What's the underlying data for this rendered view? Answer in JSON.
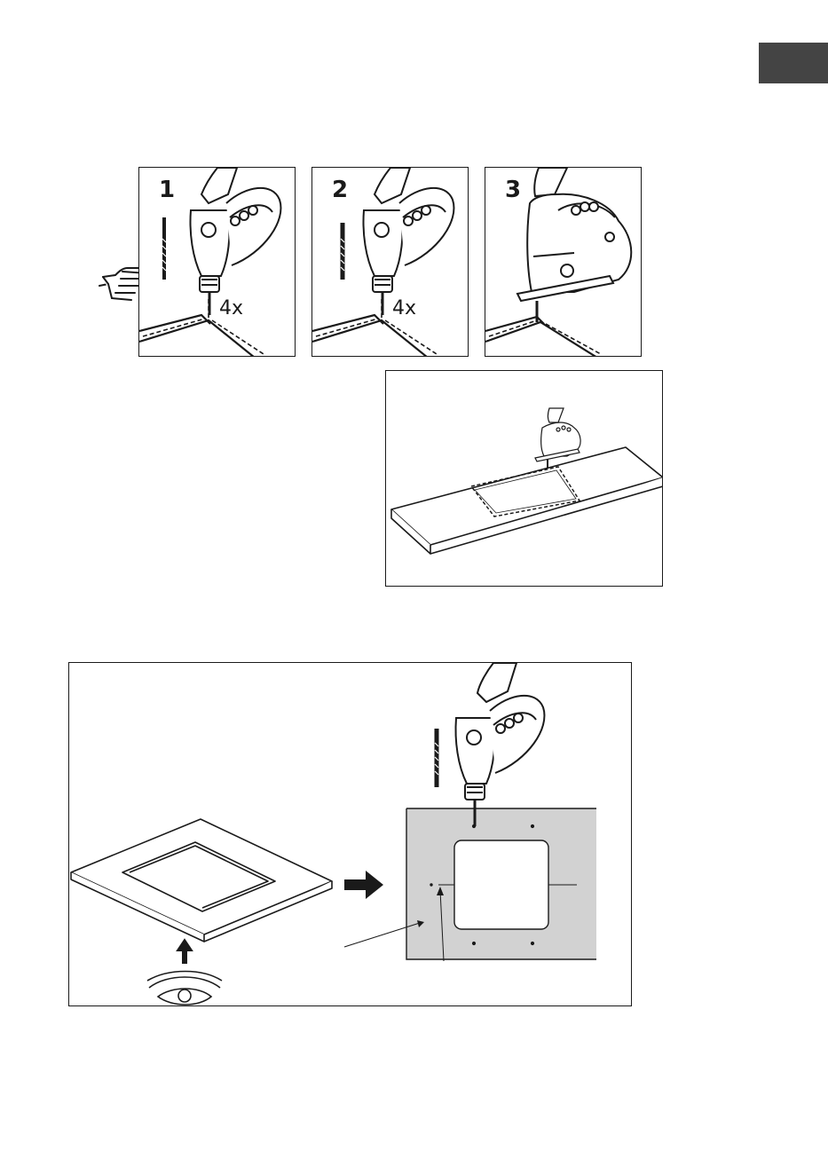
{
  "page": {
    "language_tab_color": "#444444"
  },
  "steps": [
    {
      "number": "1",
      "count": "4x"
    },
    {
      "number": "2",
      "count": "4x"
    },
    {
      "number": "3"
    }
  ],
  "icons": {
    "pointing_hand": "pointing-hand-icon",
    "drill": "drill-icon",
    "drill_bit": "drill-bit-icon",
    "jigsaw": "jigsaw-icon",
    "eye": "eye-icon",
    "arrow_up": "arrow-up-icon",
    "arrow_right": "arrow-right-icon"
  },
  "colors": {
    "panel_gray": "#d2d2d2",
    "line": "#1a1a1a"
  }
}
